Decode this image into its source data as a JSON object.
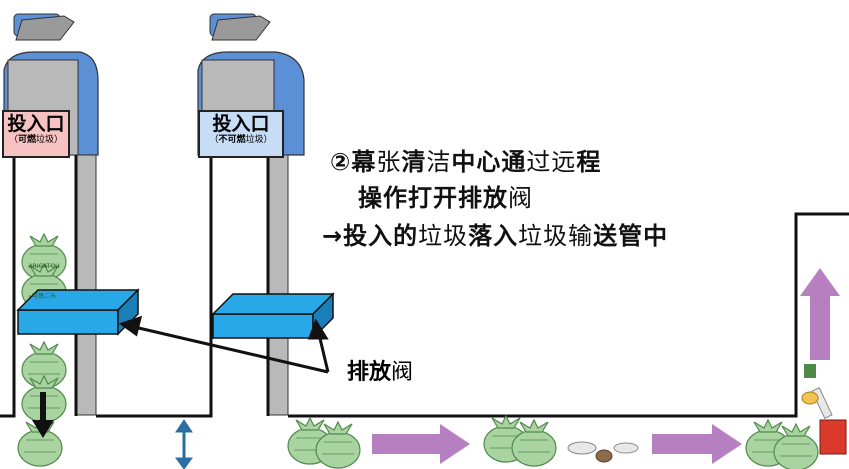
{
  "inlets": [
    {
      "title": "投入口",
      "sub_prefix": "（",
      "sub_bold": "可燃",
      "sub_rest": "垃圾）",
      "bg": "#f6c2c2"
    },
    {
      "title": "投入口",
      "sub_prefix": "（",
      "sub_bold": "不可燃",
      "sub_rest": "垃圾）",
      "bg": "#c7dcf5"
    }
  ],
  "caption": {
    "line1": [
      {
        "t": "②",
        "b": true
      },
      {
        "t": "幕",
        "b": true
      },
      {
        "t": "张",
        "b": false
      },
      {
        "t": "清",
        "b": true
      },
      {
        "t": "洁",
        "b": false
      },
      {
        "t": "中心通",
        "b": true
      },
      {
        "t": "过远",
        "b": false
      },
      {
        "t": "程",
        "b": true
      }
    ],
    "line2": [
      {
        "t": "操作打开排放",
        "b": true
      },
      {
        "t": "阀",
        "b": false
      }
    ],
    "line3": [
      {
        "t": "→投入的",
        "b": true
      },
      {
        "t": "垃圾",
        "b": false
      },
      {
        "t": "落入",
        "b": true
      },
      {
        "t": "垃圾输",
        "b": false
      },
      {
        "t": "送管中",
        "b": true
      }
    ]
  },
  "valve_label": [
    {
      "t": "排放",
      "b": true
    },
    {
      "t": "阀",
      "b": false
    }
  ],
  "bag_labels": {
    "brand": "ARIGATOU",
    "type": "可燃ごみ"
  },
  "colors": {
    "valve": "#29a8e8",
    "valve_dark": "#1a7fb8",
    "arrow": "#b67fc0",
    "hood": "#5b8fd6",
    "hood_light": "#9ec1ee",
    "pipe_gray": "#b9b9b9",
    "bag": "#a9d3a0",
    "bag_stroke": "#4f8a4a",
    "updown_arrow": "#2a6fa0"
  }
}
